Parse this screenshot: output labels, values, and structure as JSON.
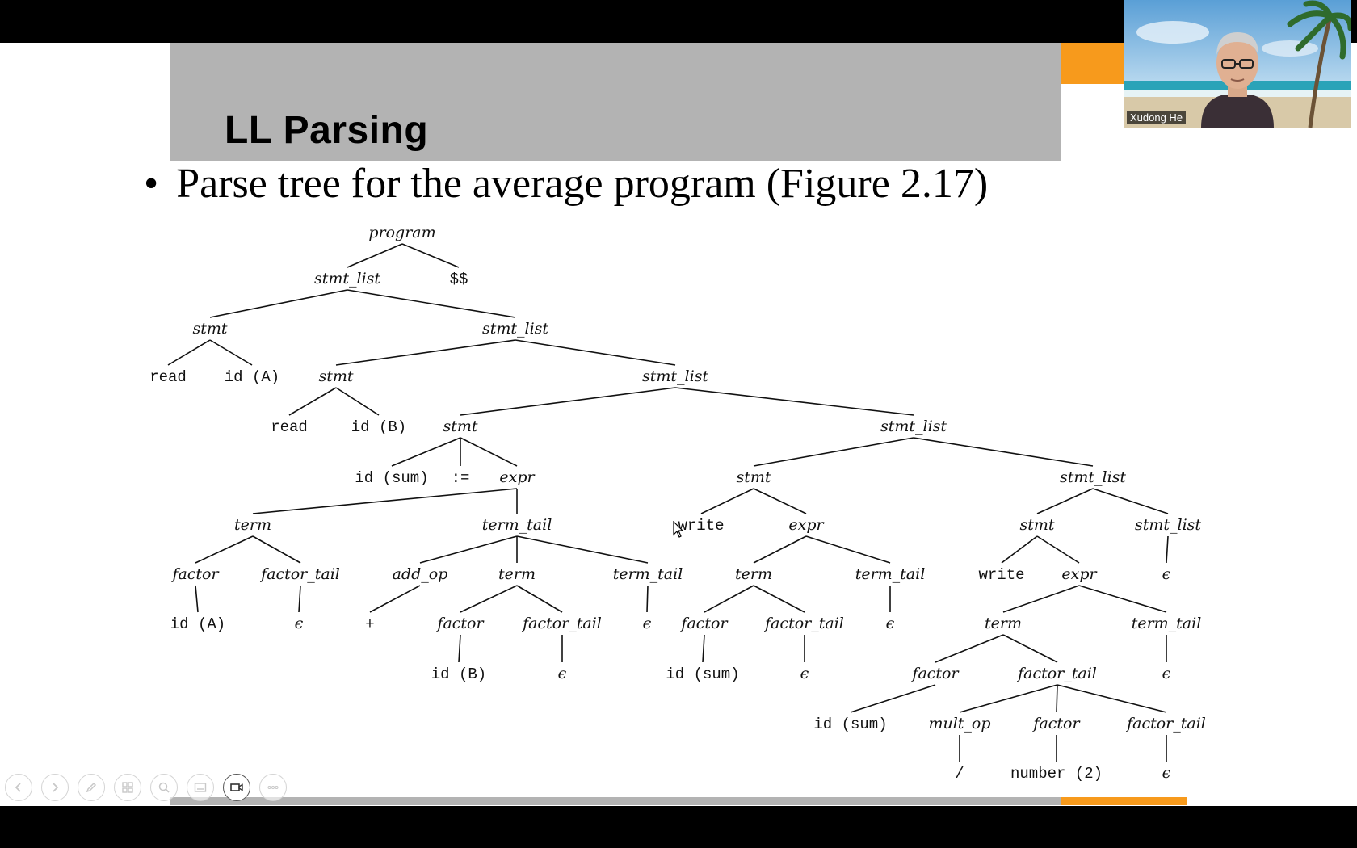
{
  "slide": {
    "title": "LL Parsing",
    "bullet_symbol": "•",
    "bullet": "Parse tree for the average program (Figure 2.17)"
  },
  "webcam": {
    "participant_name": "Xudong He"
  },
  "toolbar": {
    "buttons": [
      {
        "name": "prev-slide-button",
        "icon": "chevron-left-icon"
      },
      {
        "name": "next-slide-button",
        "icon": "chevron-right-icon"
      },
      {
        "name": "pen-button",
        "icon": "pen-icon"
      },
      {
        "name": "slide-grid-button",
        "icon": "grid-icon"
      },
      {
        "name": "zoom-button",
        "icon": "magnifier-icon"
      },
      {
        "name": "subtitles-button",
        "icon": "subtitles-icon"
      },
      {
        "name": "camera-button",
        "icon": "camera-icon"
      },
      {
        "name": "more-options-button",
        "icon": "ellipsis-icon"
      }
    ]
  },
  "parse_tree": {
    "nodes": [
      {
        "label": "program",
        "kind": "nt"
      },
      {
        "label": "stmt_list",
        "kind": "nt"
      },
      {
        "label": "$$",
        "kind": "tm"
      },
      {
        "label": "stmt",
        "kind": "nt"
      },
      {
        "label": "stmt_list",
        "kind": "nt"
      },
      {
        "label": "read",
        "kind": "tm"
      },
      {
        "label": "id (A)",
        "kind": "tm"
      },
      {
        "label": "stmt",
        "kind": "nt"
      },
      {
        "label": "stmt_list",
        "kind": "nt"
      },
      {
        "label": "read",
        "kind": "tm"
      },
      {
        "label": "id (B)",
        "kind": "tm"
      },
      {
        "label": "stmt",
        "kind": "nt"
      },
      {
        "label": "stmt_list",
        "kind": "nt"
      },
      {
        "label": "id (sum)",
        "kind": "tm"
      },
      {
        "label": ":=",
        "kind": "tm"
      },
      {
        "label": "expr",
        "kind": "nt"
      },
      {
        "label": "term",
        "kind": "nt"
      },
      {
        "label": "term_tail",
        "kind": "nt"
      },
      {
        "label": "factor",
        "kind": "nt"
      },
      {
        "label": "factor_tail",
        "kind": "nt"
      },
      {
        "label": "id (A)",
        "kind": "tm"
      },
      {
        "label": "ϵ",
        "kind": "nt"
      },
      {
        "label": "add_op",
        "kind": "nt"
      },
      {
        "label": "term",
        "kind": "nt"
      },
      {
        "label": "term_tail",
        "kind": "nt"
      },
      {
        "label": "+",
        "kind": "tm"
      },
      {
        "label": "factor",
        "kind": "nt"
      },
      {
        "label": "factor_tail",
        "kind": "nt"
      },
      {
        "label": "ϵ",
        "kind": "nt"
      },
      {
        "label": "id (B)",
        "kind": "tm"
      },
      {
        "label": "ϵ",
        "kind": "nt"
      },
      {
        "label": "stmt",
        "kind": "nt"
      },
      {
        "label": "stmt_list",
        "kind": "nt"
      },
      {
        "label": "write",
        "kind": "tm"
      },
      {
        "label": "expr",
        "kind": "nt"
      },
      {
        "label": "term",
        "kind": "nt"
      },
      {
        "label": "term_tail",
        "kind": "nt"
      },
      {
        "label": "factor",
        "kind": "nt"
      },
      {
        "label": "factor_tail",
        "kind": "nt"
      },
      {
        "label": "ϵ",
        "kind": "nt"
      },
      {
        "label": "id (sum)",
        "kind": "tm"
      },
      {
        "label": "ϵ",
        "kind": "nt"
      },
      {
        "label": "stmt",
        "kind": "nt"
      },
      {
        "label": "stmt_list",
        "kind": "nt"
      },
      {
        "label": "write",
        "kind": "tm"
      },
      {
        "label": "expr",
        "kind": "nt"
      },
      {
        "label": "ϵ",
        "kind": "nt"
      },
      {
        "label": "term",
        "kind": "nt"
      },
      {
        "label": "term_tail",
        "kind": "nt"
      },
      {
        "label": "factor",
        "kind": "nt"
      },
      {
        "label": "factor_tail",
        "kind": "nt"
      },
      {
        "label": "ϵ",
        "kind": "nt"
      },
      {
        "label": "id (sum)",
        "kind": "tm"
      },
      {
        "label": "mult_op",
        "kind": "nt"
      },
      {
        "label": "factor",
        "kind": "nt"
      },
      {
        "label": "factor_tail",
        "kind": "nt"
      },
      {
        "label": "/",
        "kind": "tm"
      },
      {
        "label": "number (2)",
        "kind": "tm"
      },
      {
        "label": "ϵ",
        "kind": "nt"
      }
    ]
  }
}
